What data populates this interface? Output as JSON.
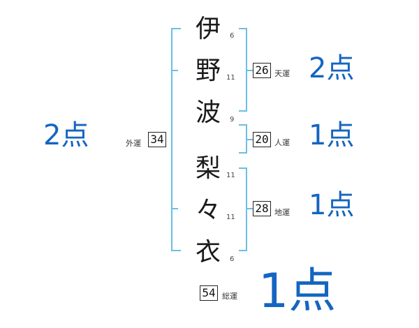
{
  "name": {
    "chars": [
      {
        "char": "伊",
        "strokes": "6"
      },
      {
        "char": "野",
        "strokes": "11"
      },
      {
        "char": "波",
        "strokes": "9"
      },
      {
        "char": "梨",
        "strokes": "11"
      },
      {
        "char": "々",
        "strokes": "11"
      },
      {
        "char": "衣",
        "strokes": "6"
      }
    ]
  },
  "fortunes": {
    "tenun": {
      "value": "26",
      "label": "天運",
      "score": "2点"
    },
    "jinun": {
      "value": "20",
      "label": "人運",
      "score": "1点"
    },
    "chiun": {
      "value": "28",
      "label": "地運",
      "score": "1点"
    },
    "gaiun": {
      "value": "34",
      "label": "外運",
      "score": "2点"
    },
    "souun": {
      "value": "54",
      "label": "総運",
      "score": "1点"
    }
  },
  "colors": {
    "bracket": "#6bbfe3",
    "score": "#1565c0"
  }
}
